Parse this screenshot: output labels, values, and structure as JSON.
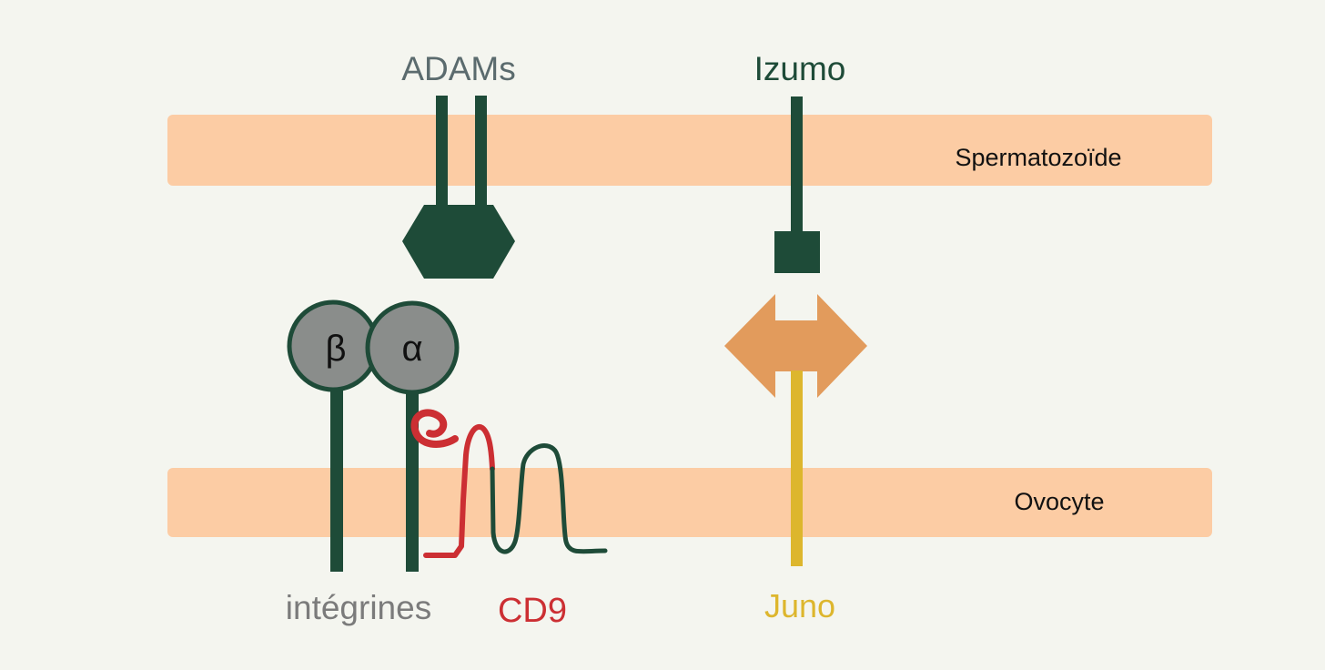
{
  "labels": {
    "adams": "ADAMs",
    "izumo": "Izumo",
    "spermatozoide": "Spermatozoïde",
    "ovocyte": "Ovocyte",
    "beta": "β",
    "alpha": "α",
    "integrines": "intégrines",
    "cd9": "CD9",
    "juno": "Juno"
  },
  "colors": {
    "background": "#f4f5ef",
    "membrane": "#fccca4",
    "protein_dark_green": "#1e4b38",
    "integrin_head": "#8a8d8b",
    "cd9_red": "#cc2f33",
    "juno_yellow": "#ddb62d",
    "binding_arrow": "#e29b5c",
    "adams_label": "#5b6b6e",
    "integrines_label": "#7b7b7b",
    "text_dark": "#111111"
  }
}
